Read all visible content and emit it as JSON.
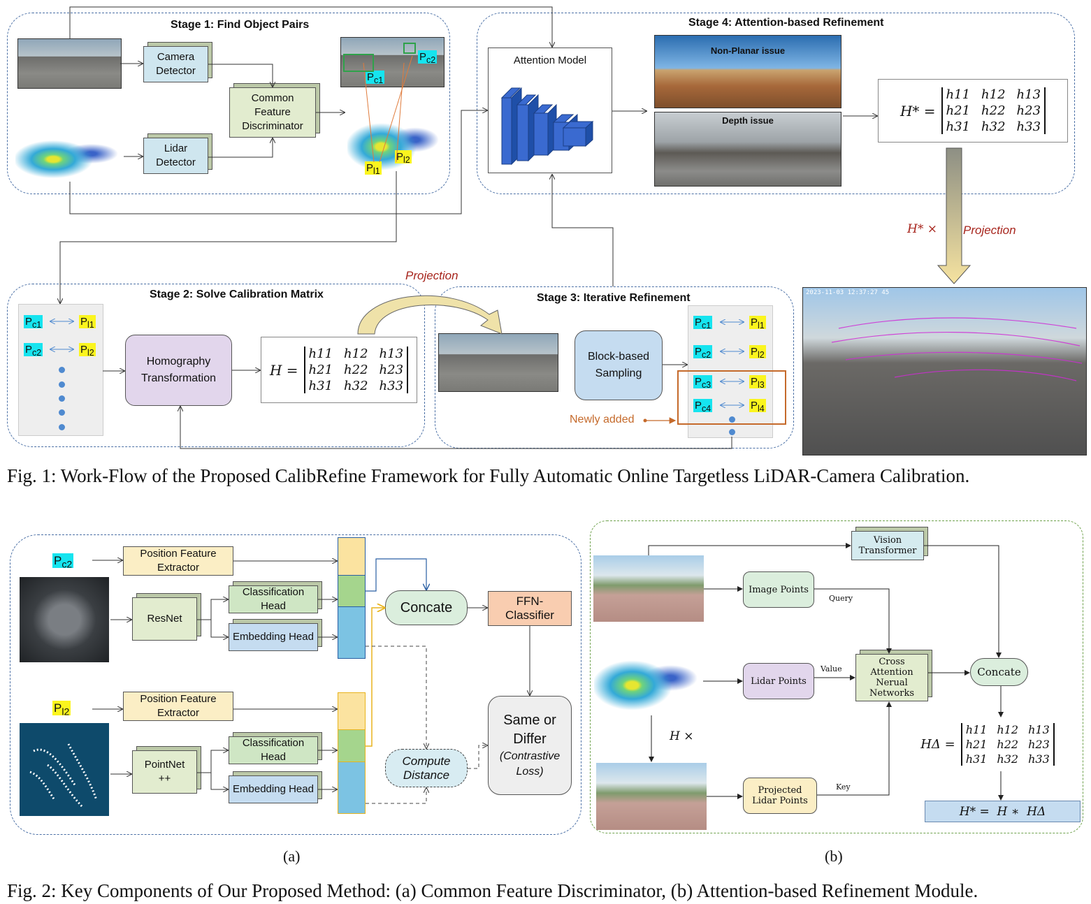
{
  "fig1": {
    "stage1_title": "Stage 1: Find Object Pairs",
    "stage2_title": "Stage 2: Solve Calibration Matrix",
    "stage3_title": "Stage 3: Iterative Refinement",
    "stage4_title": "Stage 4: Attention-based Refinement",
    "camera_detector": "Camera Detector",
    "lidar_detector": "Lidar Detector",
    "common_feature_discriminator": "Common Feature Discriminator",
    "attention_model": "Attention Model",
    "non_planar_issue": "Non-Planar issue",
    "depth_issue": "Depth issue",
    "homography_transformation": "Homography Transformation",
    "block_based_sampling": "Block-based Sampling",
    "projection": "Projection",
    "newly_added": "Newly added",
    "h_star_times": "H* ×",
    "h_star_projection": "Projection",
    "timestamp": "2023-11-03 12:37:27 45",
    "pairs_stage1": {
      "pc1": "P",
      "pc1_sub": "c1",
      "pc2": "P",
      "pc2_sub": "c2",
      "pl1": "P",
      "pl1_sub": "l1",
      "pl2": "P",
      "pl2_sub": "l2"
    },
    "matrix_H_lhs": "H =",
    "matrix_Hstar_lhs": "H* =",
    "matrix_entries": [
      "h11",
      "h12",
      "h13",
      "h21",
      "h22",
      "h23",
      "h31",
      "h32",
      "h33"
    ],
    "caption": "Fig. 1: Work-Flow of the Proposed CalibRefine Framework for Fully Automatic Online Targetless LiDAR-Camera Calibration."
  },
  "fig2a": {
    "pc2": "P",
    "pc2_sub": "c2",
    "pl2": "P",
    "pl2_sub": "l2",
    "position_feature_extractor": "Position Feature Extractor",
    "resnet": "ResNet",
    "pointnet": "PointNet ++",
    "classification_head": "Classification Head",
    "embedding_head": "Embedding Head",
    "concate": "Concate",
    "ffn_classifier": "FFN-Classifier",
    "compute_distance": "Compute Distance",
    "same_or_differ": "Same or Differ",
    "contrastive_loss": "(Contrastive Loss)",
    "label": "(a)"
  },
  "fig2b": {
    "vision_transformer": "Vision Transformer",
    "image_points": "Image Points",
    "lidar_points": "Lidar Points",
    "projected_lidar_points": "Projected Lidar Points",
    "cross_attention": "Cross Attention Nerual Networks",
    "concate": "Concate",
    "query": "Query",
    "value": "Value",
    "key": "Key",
    "h_times": "H ×",
    "matrix_lhs": "HΔ =",
    "final_eq": "H* =  H ∗  HΔ",
    "label": "(b)"
  },
  "fig2_caption": "Fig. 2: Key Components of Our Proposed Method: (a) Common Feature Discriminator, (b) Attention-based Refinement Module."
}
